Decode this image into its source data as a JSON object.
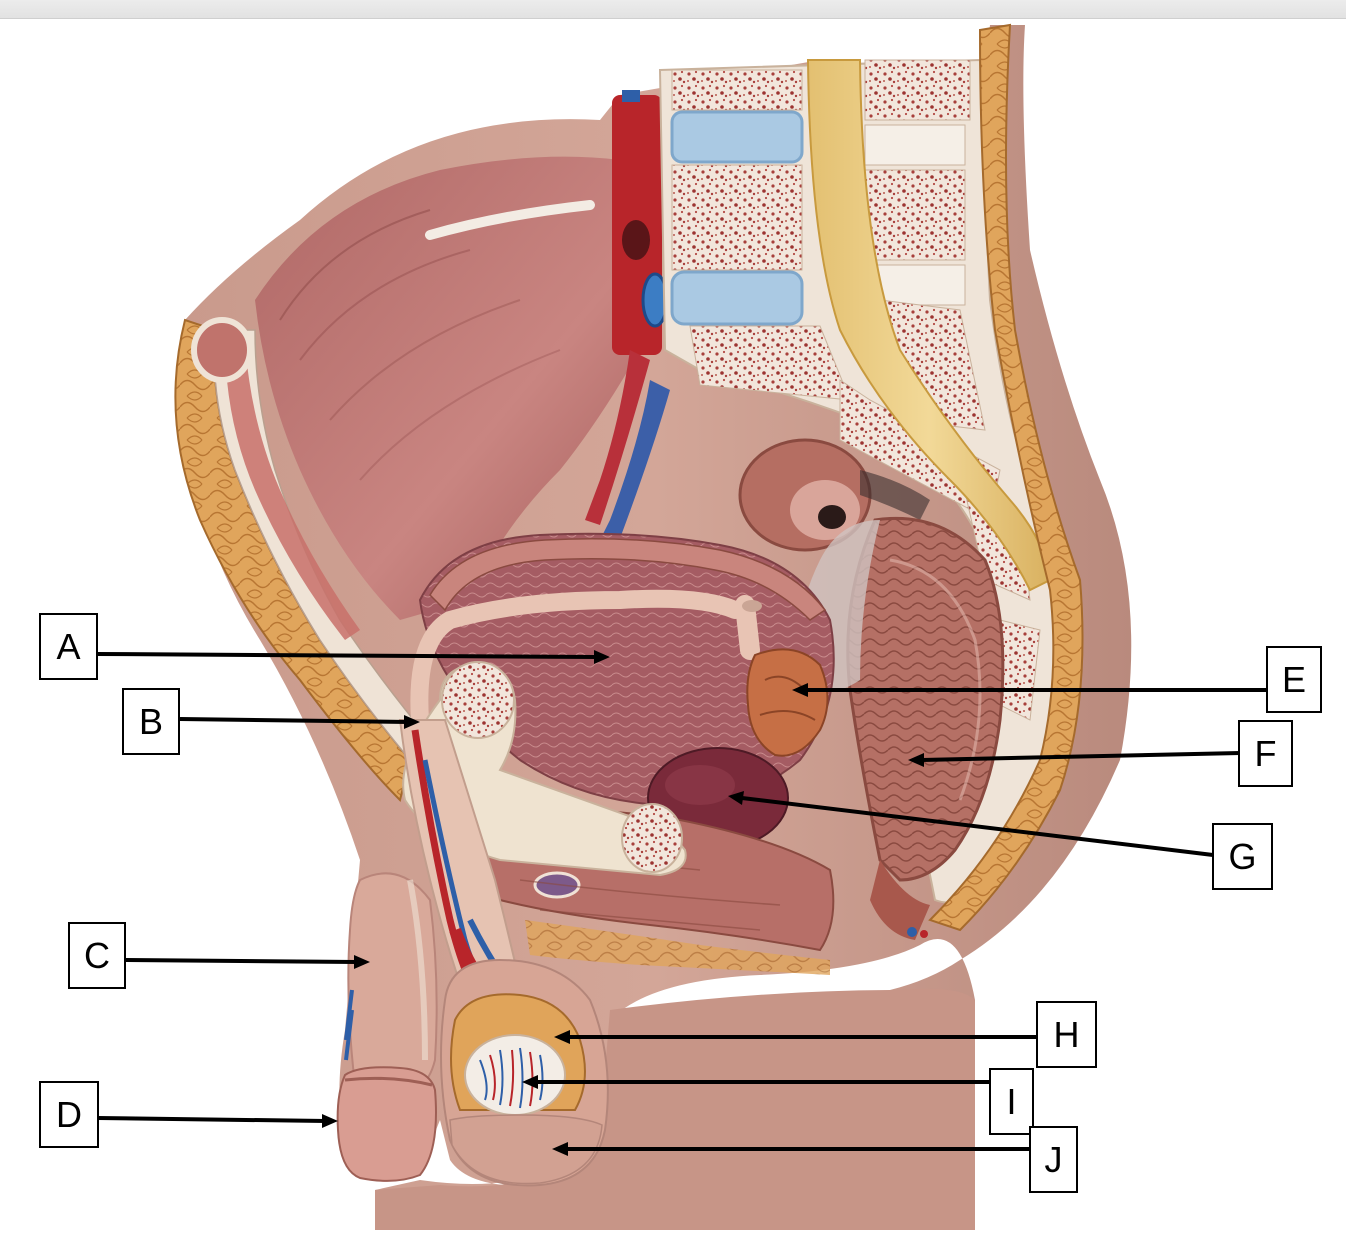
{
  "labels": [
    {
      "id": "A",
      "text": "A"
    },
    {
      "id": "B",
      "text": "B"
    },
    {
      "id": "C",
      "text": "C"
    },
    {
      "id": "D",
      "text": "D"
    },
    {
      "id": "E",
      "text": "E"
    },
    {
      "id": "F",
      "text": "F"
    },
    {
      "id": "G",
      "text": "G"
    },
    {
      "id": "H",
      "text": "H"
    },
    {
      "id": "I",
      "text": "I"
    },
    {
      "id": "J",
      "text": "J"
    }
  ]
}
